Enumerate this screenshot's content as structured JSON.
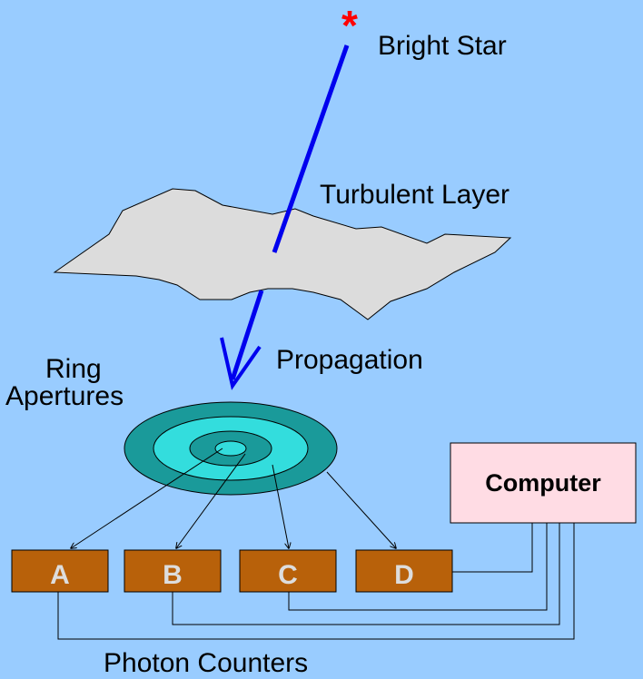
{
  "labels": {
    "star_symbol": "*",
    "bright_star": "Bright Star",
    "turbulent_layer": "Turbulent Layer",
    "propagation": "Propagation",
    "ring_line1": "Ring",
    "ring_line2": "Apertures",
    "computer": "Computer",
    "photon_counters": "Photon Counters"
  },
  "counters": [
    "A",
    "B",
    "C",
    "D"
  ],
  "colors": {
    "background": "#99ccff",
    "star": "#ff0000",
    "beam": "#0000ee",
    "cloud": "#dcdcdc",
    "ring_dark": "#1a9a9a",
    "ring_light": "#33dddd",
    "counter_box": "#b8610a",
    "counter_text": "#dddddd",
    "computer_box": "#ffdce4"
  }
}
